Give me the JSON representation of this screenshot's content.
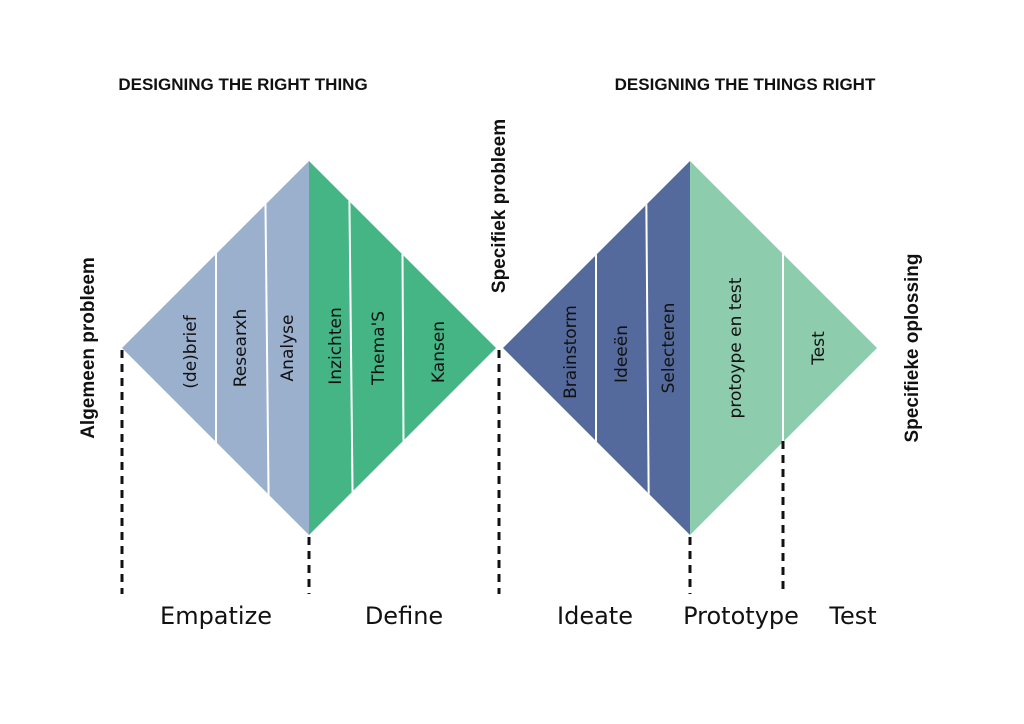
{
  "headings": {
    "left": "DESIGNING THE RIGHT THING",
    "right": "DESIGNING THE THINGS RIGHT"
  },
  "side_labels": {
    "left": "Algemeen probleem",
    "middle": "Specifiek probleem",
    "right": "Specifieke oplossing"
  },
  "left_diamond": {
    "segments": [
      "(de)brief",
      "Researxh",
      "Analyse",
      "Inzichten",
      "Thema'S",
      "Kansen"
    ]
  },
  "right_diamond": {
    "segments": [
      "Brainstorm",
      "Ideeën",
      "Selecteren",
      "protoype en test",
      "Test"
    ]
  },
  "phases": [
    "Empatize",
    "Define",
    "Ideate",
    "Prototype",
    "Test"
  ],
  "colors": {
    "light_blue": "#9AB0CD",
    "green": "#45B585",
    "dark_blue": "#556A9C",
    "mint": "#8ECCAE"
  }
}
